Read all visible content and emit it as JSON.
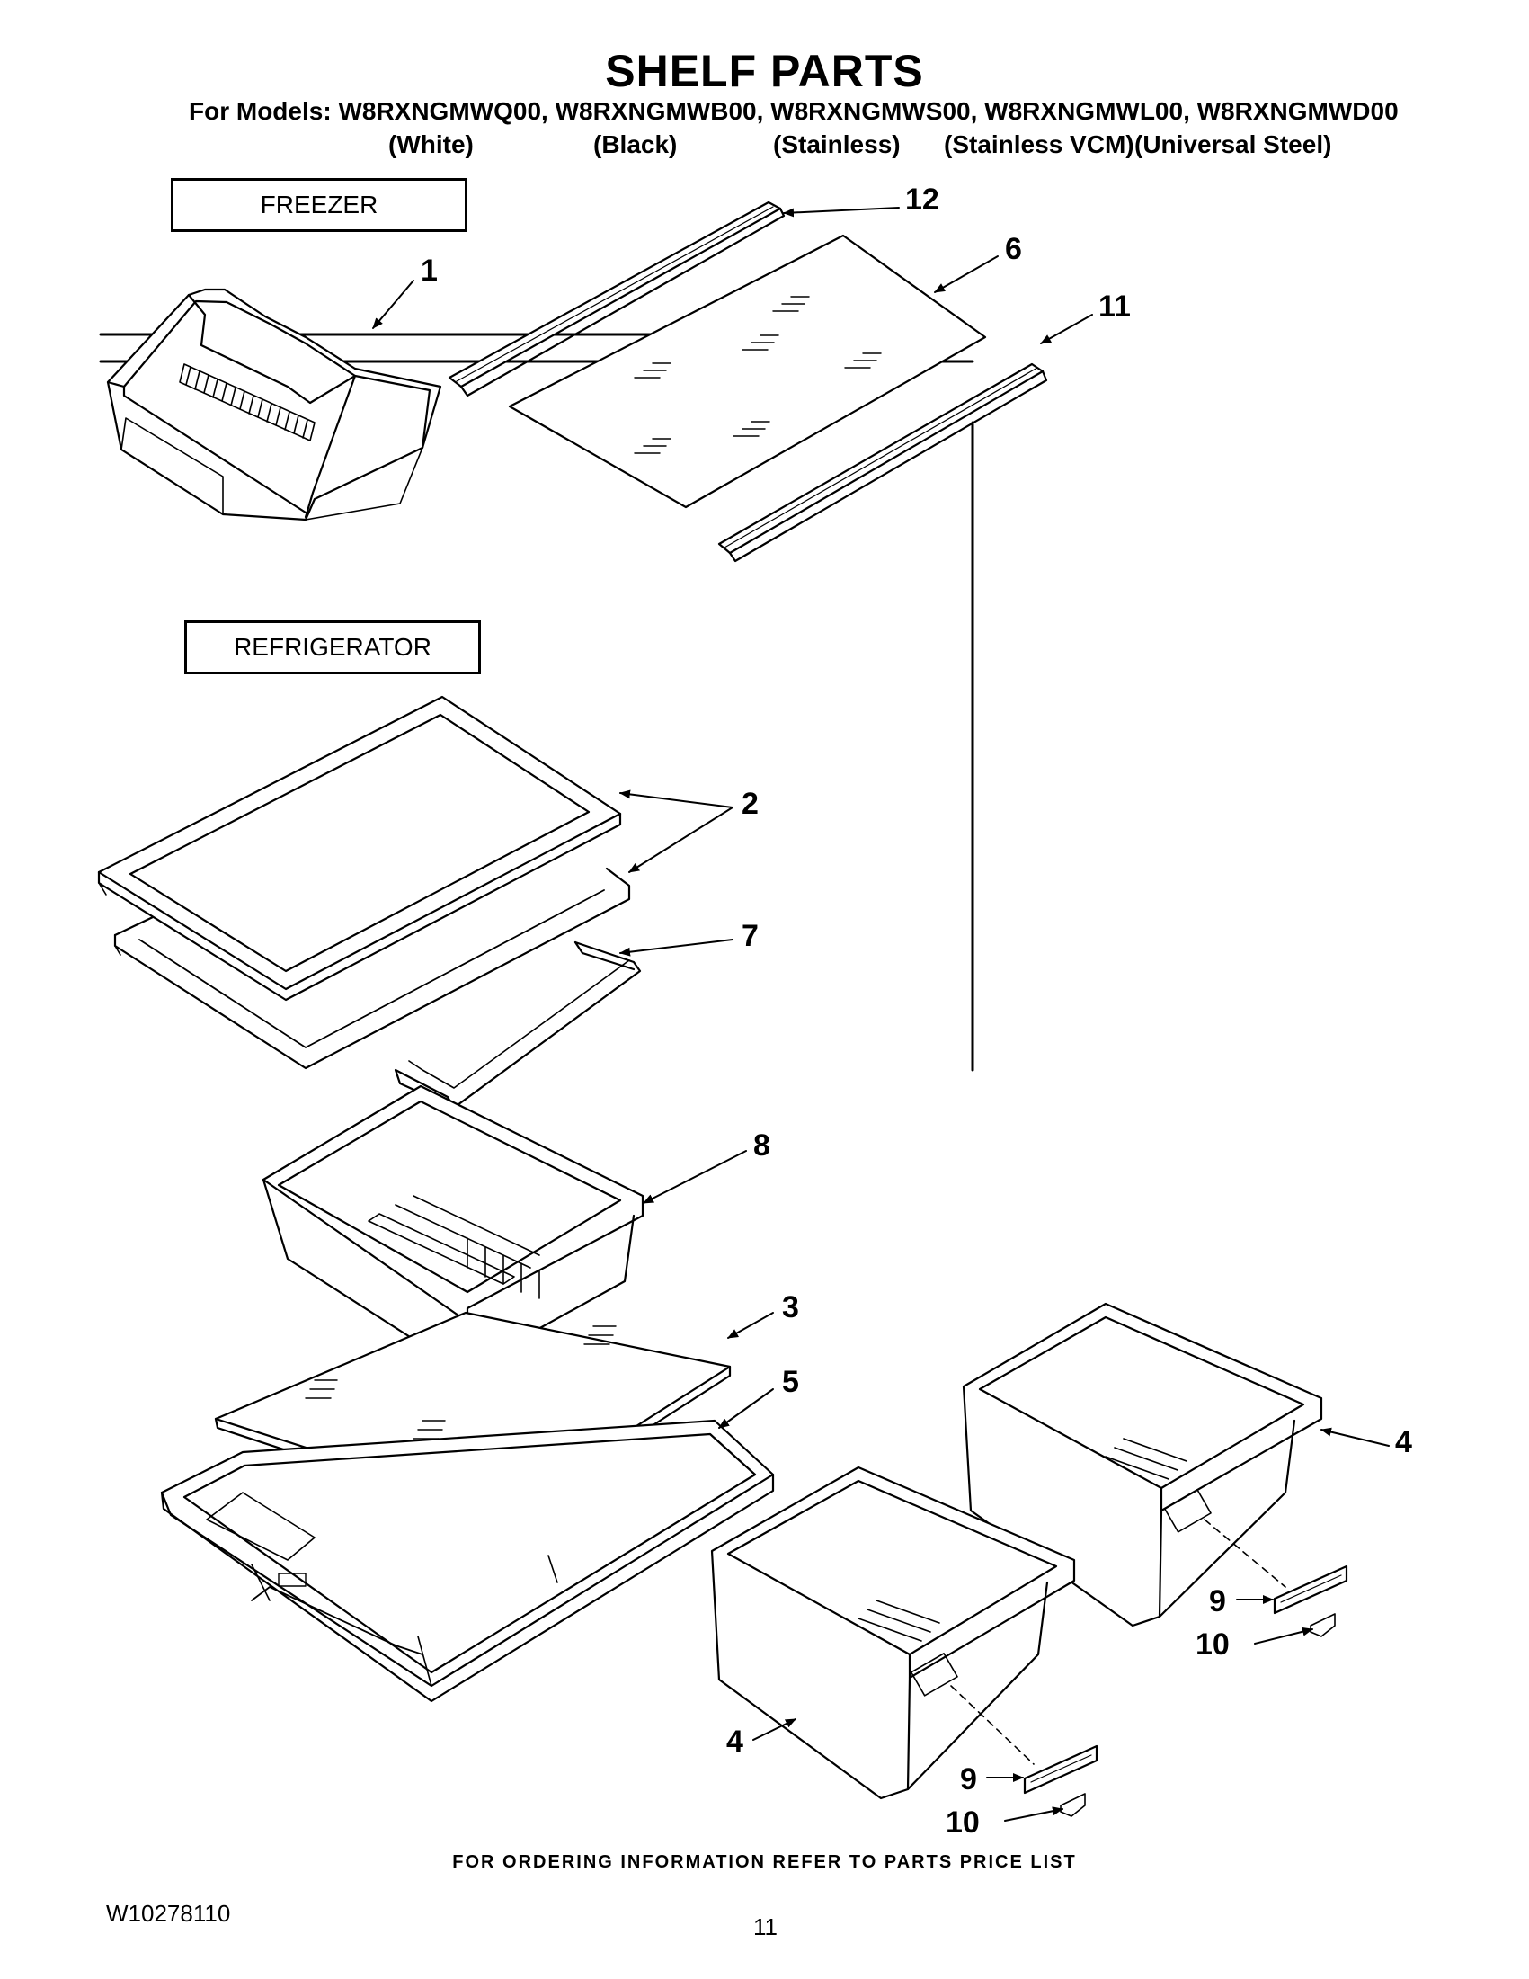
{
  "header": {
    "title": "SHELF PARTS",
    "models_line": "For Models: W8RXNGMWQ00, W8RXNGMWB00, W8RXNGMWS00, W8RXNGMWL00, W8RXNGMWD00",
    "colors": [
      "(White)",
      "(Black)",
      "(Stainless)",
      "(Stainless VCM)",
      "(Universal Steel)"
    ]
  },
  "sections": {
    "freezer": "FREEZER",
    "refrigerator": "REFRIGERATOR"
  },
  "callouts": {
    "c1": "1",
    "c2": "2",
    "c3": "3",
    "c4a": "4",
    "c4b": "4",
    "c5": "5",
    "c6": "6",
    "c7": "7",
    "c8": "8",
    "c9a": "9",
    "c9b": "9",
    "c10a": "10",
    "c10b": "10",
    "c11": "11",
    "c12": "12"
  },
  "footer": {
    "note": "FOR ORDERING INFORMATION REFER TO PARTS PRICE LIST",
    "doc_number": "W10278110",
    "page_number": "11"
  }
}
